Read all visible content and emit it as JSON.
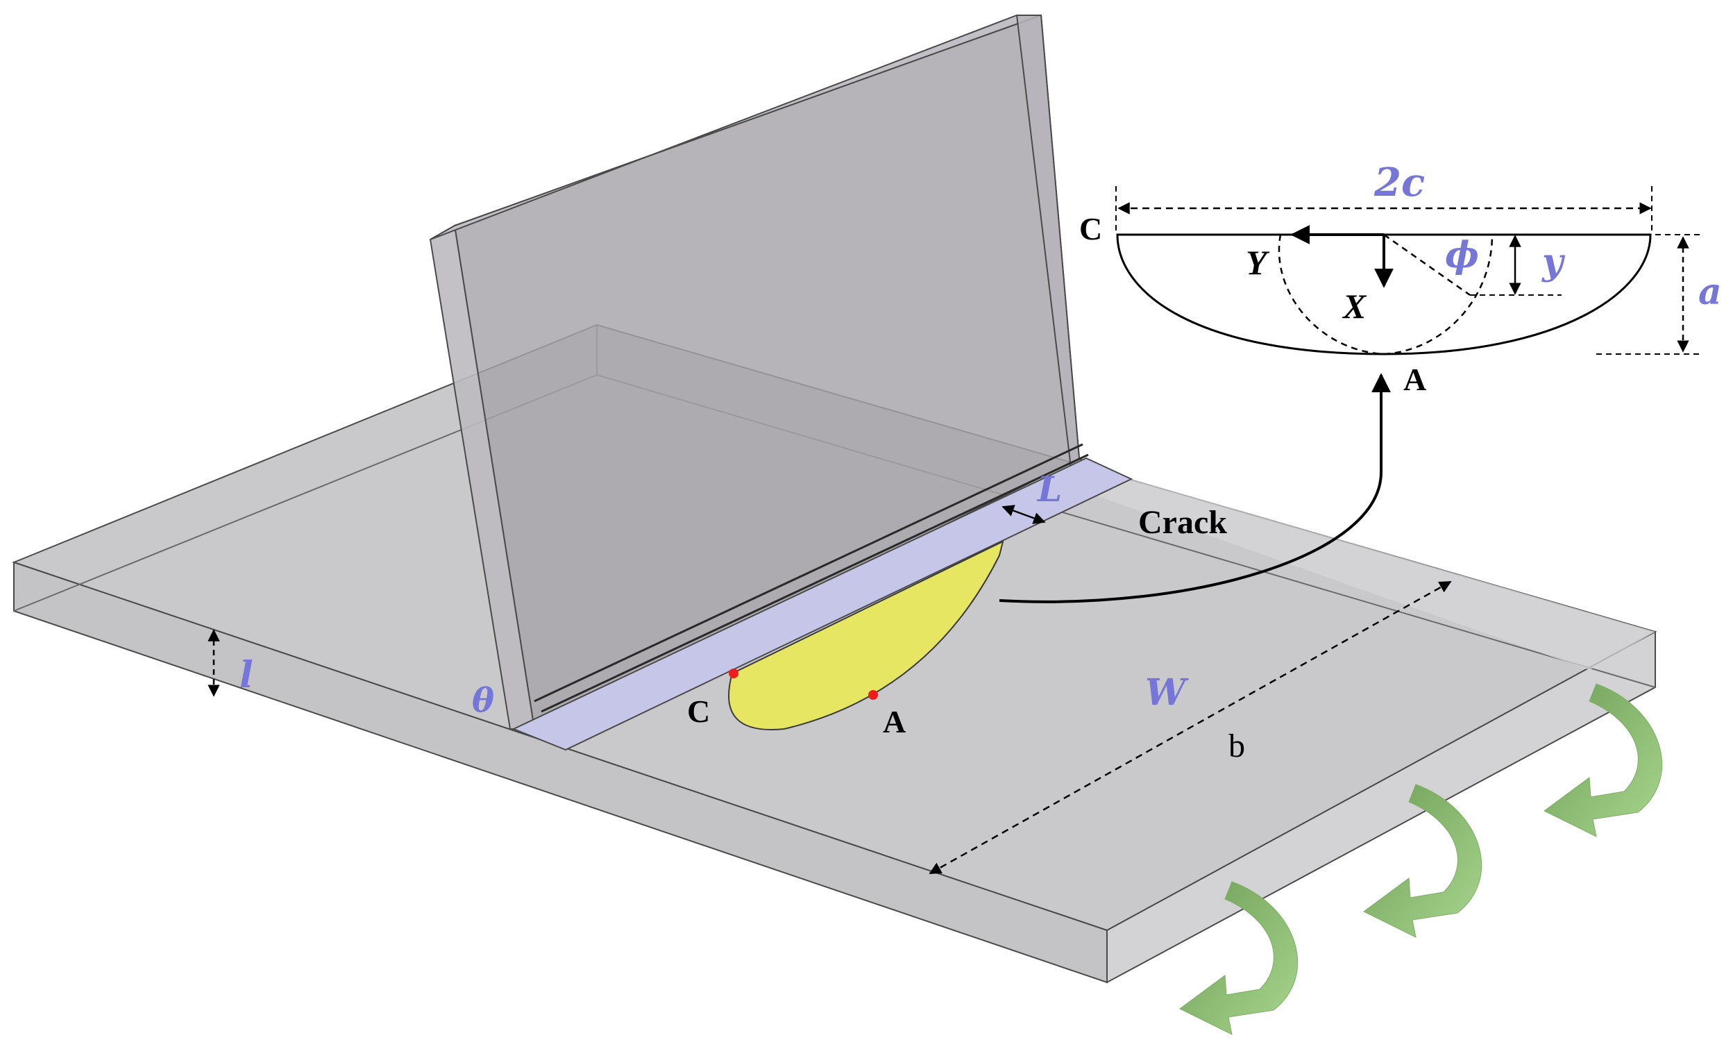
{
  "labels": {
    "two_c": "2c",
    "a_depth": "a",
    "y_dim": "y",
    "phi": "ϕ",
    "axis_x": "X",
    "axis_y": "Y",
    "point_c": "C",
    "point_a": "A",
    "crack": "Crack",
    "weld_leg": "L",
    "plate_thickness": "l",
    "weld_angle": "θ",
    "width": "W",
    "b": "b"
  },
  "colors": {
    "plate_top": "#c9c9cb",
    "plate_front": "#c4c4c6",
    "plate_side": "#d3d3d5",
    "attachment": "#a7a3aa",
    "weld_strip": "#c6c6e8",
    "crack_fill": "#e6e662",
    "point_marker": "#ee1c1c",
    "label_blue": "#7676d8",
    "load_arrow": "#86bc6c"
  },
  "icons": [
    "bending-moment-arrow-icon",
    "dimension-arrow-icon"
  ]
}
